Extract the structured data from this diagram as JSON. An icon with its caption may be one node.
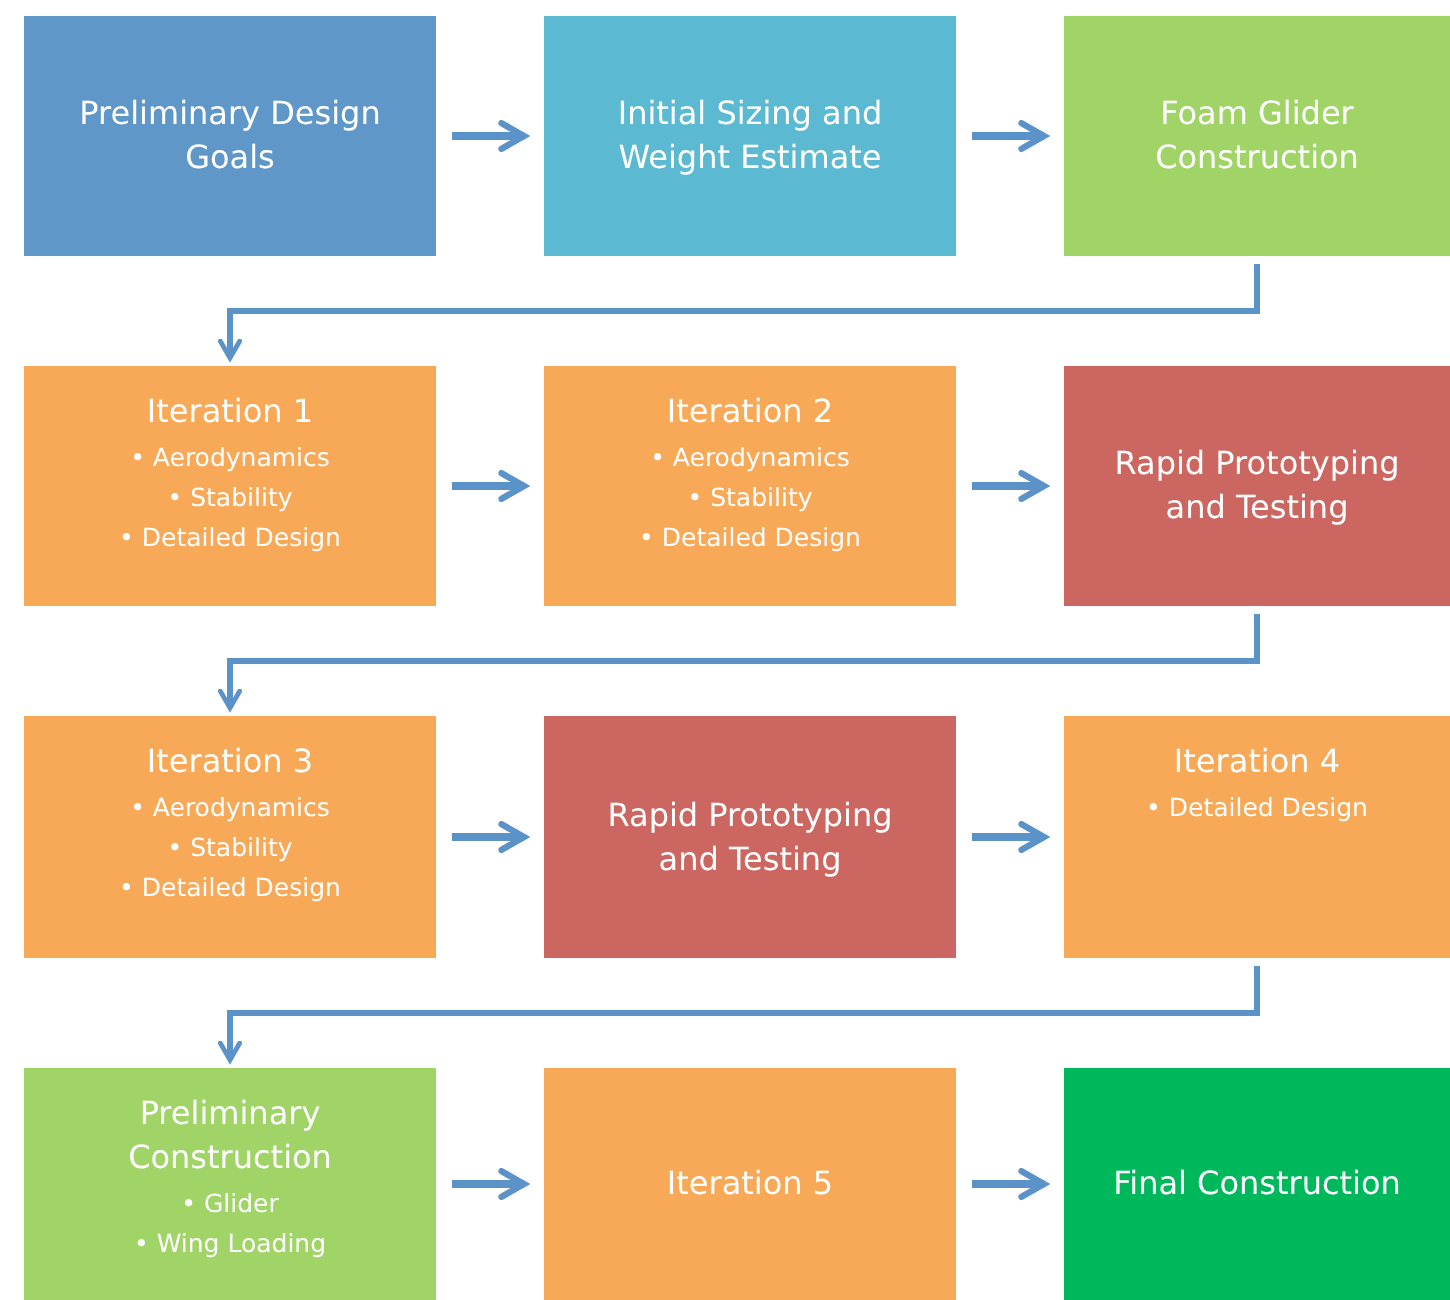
{
  "diagram": {
    "nodes": [
      {
        "text": [
          "Preliminary Design Goals"
        ]
      },
      {
        "text": [
          "Initial Sizing and Weight Estimate"
        ]
      },
      {
        "text": [
          "Foam Glider Construction"
        ]
      },
      {
        "text": [
          "Iteration 1",
          "• Aerodynamics",
          "• Stability",
          "• Detailed Design"
        ]
      },
      {
        "text": [
          "Iteration 2",
          "• Aerodynamics",
          "• Stability",
          "• Detailed Design"
        ]
      },
      {
        "text": [
          "Rapid Prototyping and Testing"
        ]
      },
      {
        "text": [
          "Iteration 3",
          "• Aerodynamics",
          "• Stability",
          "• Detailed Design"
        ]
      },
      {
        "text": [
          "Rapid Prototyping and Testing"
        ]
      },
      {
        "text": [
          "Iteration 4",
          "• Detailed Design"
        ]
      },
      {
        "text": [
          "Preliminary Construction",
          "• Glider",
          "• Wing Loading"
        ]
      },
      {
        "text": [
          "Iteration 5"
        ]
      },
      {
        "text": [
          "Final Construction"
        ]
      }
    ],
    "edges": [
      {
        "from": 0,
        "to": 1,
        "arrow": "to"
      },
      {
        "from": 1,
        "to": 2,
        "arrow": "to"
      },
      {
        "from": 2,
        "to": 3,
        "arrow": "to"
      },
      {
        "from": 3,
        "to": 4,
        "arrow": "to"
      },
      {
        "from": 4,
        "to": 5,
        "arrow": "to"
      },
      {
        "from": 5,
        "to": 6,
        "arrow": "to"
      },
      {
        "from": 6,
        "to": 7,
        "arrow": "to"
      },
      {
        "from": 7,
        "to": 8,
        "arrow": "to"
      },
      {
        "from": 8,
        "to": 9,
        "arrow": "to"
      },
      {
        "from": 9,
        "to": 10,
        "arrow": "to"
      },
      {
        "from": 10,
        "to": 11,
        "arrow": "to"
      }
    ]
  }
}
